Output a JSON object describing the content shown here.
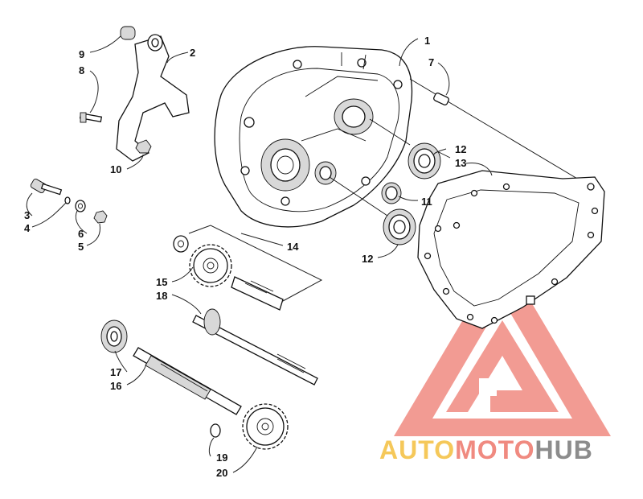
{
  "labels": {
    "p1": "1",
    "p7": "7",
    "p2": "2",
    "p9": "9",
    "p8": "8",
    "p10": "10",
    "p3": "3",
    "p4": "4",
    "p6": "6",
    "p5": "5",
    "p12a": "12",
    "p13": "13",
    "p11": "11",
    "p12b": "12",
    "p14": "14",
    "p15": "15",
    "p18": "18",
    "p17": "17",
    "p16": "16",
    "p19": "19",
    "p20": "20"
  },
  "watermark": {
    "auto": "AUTO",
    "moto": "MOTO",
    "hub": "HUB"
  },
  "colors": {
    "watermark_red": "#f08a80",
    "watermark_yellow": "#f5c85a",
    "watermark_gray": "#8c8c8c",
    "ink": "#111111"
  }
}
